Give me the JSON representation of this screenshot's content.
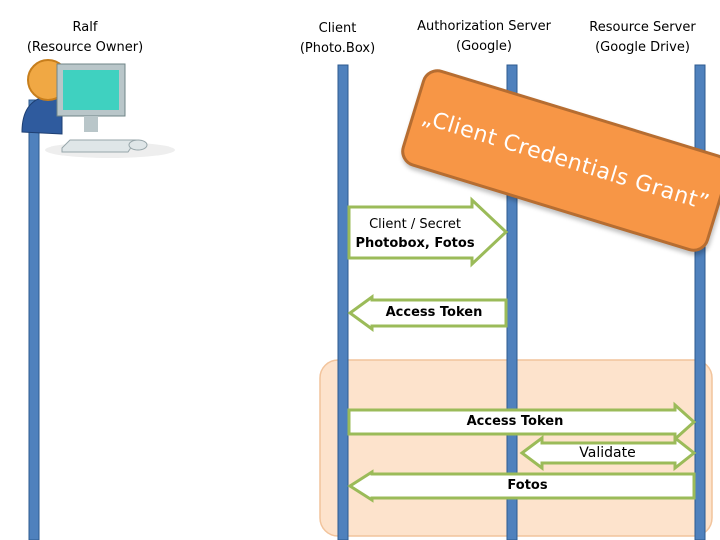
{
  "actors": [
    {
      "name": "Ralf",
      "role": "(Resource Owner)"
    },
    {
      "name": "Client",
      "role": "(Photo.Box)"
    },
    {
      "name": "Authorization Server",
      "role": "(Google)"
    },
    {
      "name": "Resource Server",
      "role": "(Google Drive)"
    }
  ],
  "banner": "„Client Credentials Grant”",
  "messages": [
    {
      "line1": "Client / Secret",
      "line2": "Photobox, Fotos"
    },
    {
      "line1": "Access Token"
    },
    {
      "line1": "Access Token"
    },
    {
      "line1": "Validate"
    },
    {
      "line1": "Fotos"
    }
  ],
  "colors": {
    "lifeline": "#4f81bd",
    "arrow_stroke": "#9bbb59",
    "banner": "#f79646",
    "region": "#fde3cc"
  }
}
